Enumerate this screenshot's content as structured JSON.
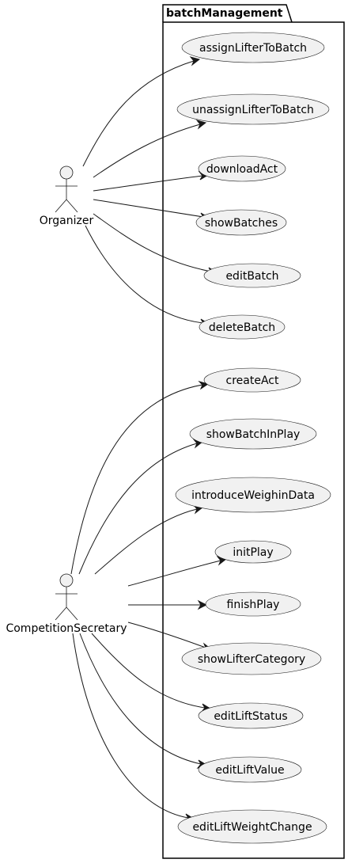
{
  "package": {
    "title": "batchManagement"
  },
  "actors": [
    {
      "id": "organizer",
      "label": "Organizer"
    },
    {
      "id": "secretary",
      "label": "CompetitionSecretary"
    }
  ],
  "usecases": [
    {
      "id": "assignLifterToBatch",
      "label": "assignLifterToBatch"
    },
    {
      "id": "unassignLifterToBatch",
      "label": "unassignLifterToBatch"
    },
    {
      "id": "downloadAct",
      "label": "downloadAct"
    },
    {
      "id": "showBatches",
      "label": "showBatches"
    },
    {
      "id": "editBatch",
      "label": "editBatch"
    },
    {
      "id": "deleteBatch",
      "label": "deleteBatch"
    },
    {
      "id": "createAct",
      "label": "createAct"
    },
    {
      "id": "showBatchInPlay",
      "label": "showBatchInPlay"
    },
    {
      "id": "introduceWeighinData",
      "label": "introduceWeighinData"
    },
    {
      "id": "initPlay",
      "label": "initPlay"
    },
    {
      "id": "finishPlay",
      "label": "finishPlay"
    },
    {
      "id": "showLifterCategory",
      "label": "showLifterCategory"
    },
    {
      "id": "editLiftStatus",
      "label": "editLiftStatus"
    },
    {
      "id": "editLiftValue",
      "label": "editLiftValue"
    },
    {
      "id": "editLiftWeightChange",
      "label": "editLiftWeightChange"
    }
  ],
  "associations": [
    {
      "from": "organizer",
      "to": "assignLifterToBatch"
    },
    {
      "from": "organizer",
      "to": "unassignLifterToBatch"
    },
    {
      "from": "organizer",
      "to": "downloadAct"
    },
    {
      "from": "organizer",
      "to": "showBatches"
    },
    {
      "from": "organizer",
      "to": "editBatch"
    },
    {
      "from": "organizer",
      "to": "deleteBatch"
    },
    {
      "from": "secretary",
      "to": "createAct"
    },
    {
      "from": "secretary",
      "to": "showBatchInPlay"
    },
    {
      "from": "secretary",
      "to": "introduceWeighinData"
    },
    {
      "from": "secretary",
      "to": "initPlay"
    },
    {
      "from": "secretary",
      "to": "finishPlay"
    },
    {
      "from": "secretary",
      "to": "showLifterCategory"
    },
    {
      "from": "secretary",
      "to": "editLiftStatus"
    },
    {
      "from": "secretary",
      "to": "editLiftValue"
    },
    {
      "from": "secretary",
      "to": "editLiftWeightChange"
    }
  ]
}
